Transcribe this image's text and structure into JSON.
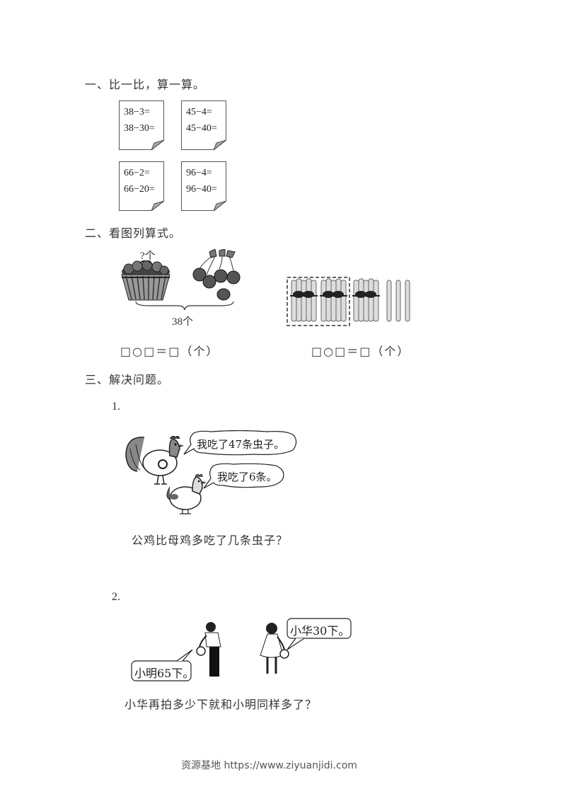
{
  "section1": {
    "heading": "一、比一比，算一算。",
    "cards": [
      {
        "line1": "38−3=",
        "line2": "38−30="
      },
      {
        "line1": "45−4=",
        "line2": "45−40="
      },
      {
        "line1": "66−2=",
        "line2": "66−20="
      },
      {
        "line1": "96−4=",
        "line2": "96−40="
      }
    ]
  },
  "section2": {
    "heading": "二、看图列算式。",
    "left_figure": {
      "unknown_label": "?个",
      "total_label": "38个",
      "formula": "□○□＝□（个）"
    },
    "right_figure": {
      "bundles": 3,
      "bundles_circled": 2,
      "single_sticks": 3,
      "formula": "□○□＝□（个）"
    }
  },
  "section3": {
    "heading": "三、解决问题。",
    "problems": [
      {
        "number": "1.",
        "bubbles": [
          "我吃了47条虫子。",
          "我吃了6条。"
        ],
        "question": "公鸡比母鸡多吃了几条虫子？"
      },
      {
        "number": "2.",
        "bubbles": [
          "小明65下。",
          "小华30下。"
        ],
        "question": "小华再拍多少下就和小明同样多了？"
      }
    ]
  },
  "footer": {
    "text": "资源基地 https://www.ziyuanjidi.com"
  }
}
